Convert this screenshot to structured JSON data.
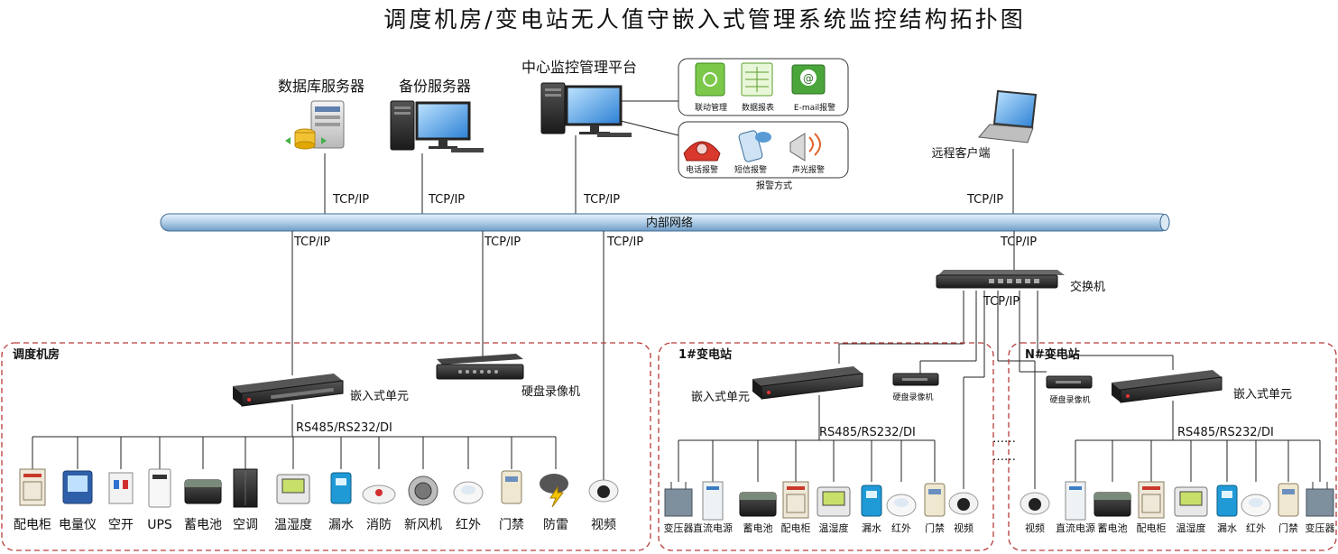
{
  "title": "调度机房/变电站无人值守嵌入式管理系统监控结构拓扑图",
  "top_nodes": {
    "db_server": "数据库服务器",
    "backup_server": "备份服务器",
    "center_platform": "中心监控管理平台",
    "remote_client": "远程客户端"
  },
  "platform_functions": [
    "联动管理",
    "数据报表",
    "E-mail报警"
  ],
  "alarm_methods": [
    "电话报警",
    "短信报警",
    "声光报警"
  ],
  "alarm_caption": "报警方式",
  "network_label": "内部网络",
  "protocol": "TCP/IP",
  "switch_label": "交换机",
  "bus_label": "RS485/RS232/DI",
  "embedded_unit": "嵌入式单元",
  "dvr": "硬盘录像机",
  "ellipsis": "……",
  "zones": {
    "dispatch": {
      "title": "调度机房",
      "devices": [
        "配电柜",
        "电量仪",
        "空开",
        "UPS",
        "蓄电池",
        "空调",
        "温湿度",
        "漏水",
        "消防",
        "新风机",
        "红外",
        "门禁",
        "防雷",
        "视频"
      ]
    },
    "sub1": {
      "title": "1#变电站",
      "devices": [
        "变压器",
        "直流电源",
        "蓄电池",
        "配电柜",
        "温湿度",
        "漏水",
        "红外",
        "门禁",
        "视频"
      ]
    },
    "subN": {
      "title": "N#变电站",
      "devices": [
        "视频",
        "直流电源",
        "蓄电池",
        "配电柜",
        "温湿度",
        "漏水",
        "红外",
        "门禁",
        "变压器"
      ]
    }
  }
}
